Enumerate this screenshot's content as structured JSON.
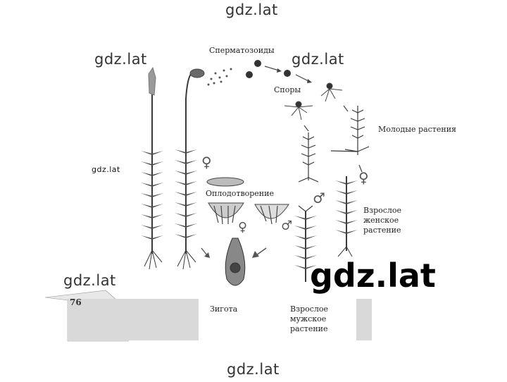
{
  "watermarks": {
    "top": "gdz.lat",
    "left": "gdz.lat",
    "mid": "gdz.lat",
    "small": "gdz.lat",
    "botleft": "gdz.lat",
    "big": "gdz.lat",
    "bottom": "gdz.lat"
  },
  "labels": {
    "sperm": "Сперматозоиды",
    "spores": "Споры",
    "young_plants": "Молодые растения",
    "fertilization": "Оплодотворение",
    "adult_female": "Взрослое женское растение",
    "zygote": "Зигота",
    "adult_male": "Взрослое мужское растение"
  },
  "page_number": "76",
  "symbols": {
    "female": "♀",
    "male": "♂"
  }
}
